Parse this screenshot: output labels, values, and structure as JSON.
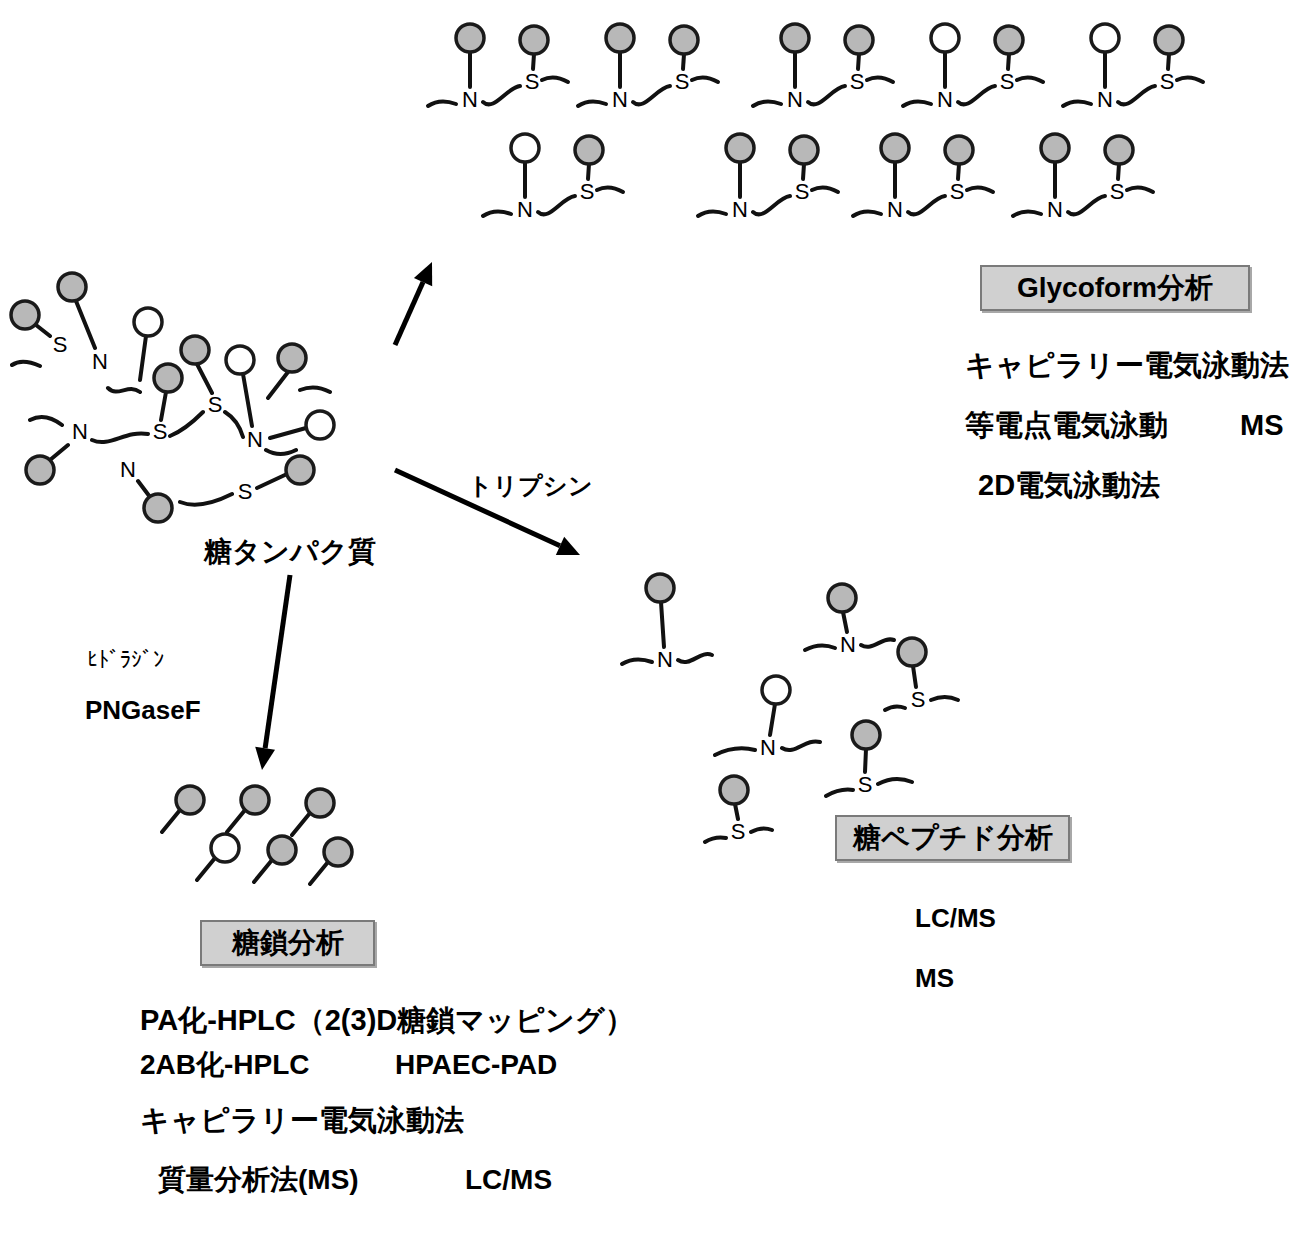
{
  "diagram": {
    "nodes": [
      {
        "text": [
          "糖タンパク質"
        ]
      },
      {
        "text": [
          "Glycoform分析"
        ]
      },
      {
        "text": [
          "糖ペプチド分析"
        ]
      },
      {
        "text": [
          "糖鎖分析"
        ]
      }
    ],
    "edges": [
      {
        "from": 0,
        "to": 1,
        "arrow": "to"
      },
      {
        "from": 0,
        "to": 2,
        "label": "トリプシン",
        "arrow": "to"
      },
      {
        "from": 0,
        "to": 3,
        "label": "ﾋﾄﾞﾗｼﾞﾝ",
        "arrow": "to"
      }
    ],
    "labels": [
      "キャピラリー電気泳動法",
      "等電点電気泳動",
      "MS",
      "2D電気泳動法",
      "LC/MS",
      "MS",
      "PA化-HPLC（2(3)D糖鎖マッピング）",
      "2AB化-HPLC",
      "HPAEC-PAD",
      "キャピラリー電気泳動法",
      "質量分析法(MS)",
      "LC/MS",
      "PNGaseF",
      "N",
      "S",
      "N",
      "S",
      "N",
      "S",
      "N",
      "S",
      "N",
      "S",
      "N",
      "S",
      "N",
      "S",
      "N",
      "S",
      "N",
      "S",
      "N",
      "N",
      "N",
      "S",
      "S",
      "S",
      "S",
      "N",
      "N",
      "S",
      "S",
      "N",
      "S",
      "N"
    ]
  }
}
